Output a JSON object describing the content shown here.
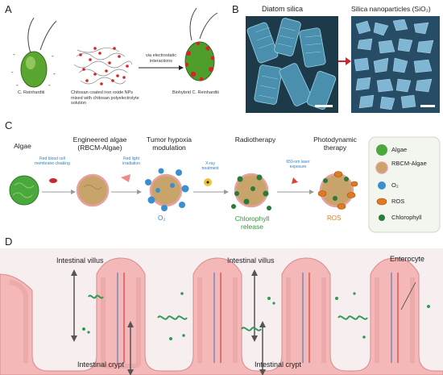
{
  "panels": {
    "a": {
      "letter": "A",
      "organism_label": "C. Reinhardtii",
      "mixture_label": "Chitosan coated iron oxide NPs mixed with chitosan polyelectrolyte solution",
      "arrow_label": "via electrostatic interactions",
      "result_label": "Biohybrid C. Reinhardtii"
    },
    "b": {
      "letter": "B",
      "left_title": "Diatom silica",
      "right_title": "Silica nanoparticles (SiO₂)"
    },
    "c": {
      "letter": "C",
      "stages": [
        "Algae",
        "Engineered algae (RBCM-Algae)",
        "Tumor hypoxia modulation",
        "Radiotherapy",
        "Photodynamic therapy"
      ],
      "arrow_labels": [
        "Red blood cell membrane cloaking",
        "Red light irradiation",
        "X-ray treatment",
        "650-nm laser exposure"
      ],
      "o2_label": "O₂",
      "chlorophyll_release": "Chlorophyll release",
      "ros_label": "ROS",
      "legend": [
        "Algae",
        "RBCM-Algae",
        "O₂",
        "ROS",
        "Chlorophyll"
      ],
      "colors": {
        "algae": "#4aa83c",
        "rbcm": "#c9a46a",
        "o2": "#3a8fd0",
        "ros": "#e07a1e",
        "chlorophyll": "#2a7a3a",
        "arrow_text": "#2a7fc6"
      }
    },
    "d": {
      "letter": "D",
      "labels": [
        "Intestinal villus",
        "Intestinal villus",
        "Enterocyte",
        "Intestinal crypt",
        "Intestinal crypt"
      ],
      "colors": {
        "tissue": "#f4b8b8",
        "background": "#f7eef0",
        "microbe": "#2f9a55"
      }
    }
  }
}
